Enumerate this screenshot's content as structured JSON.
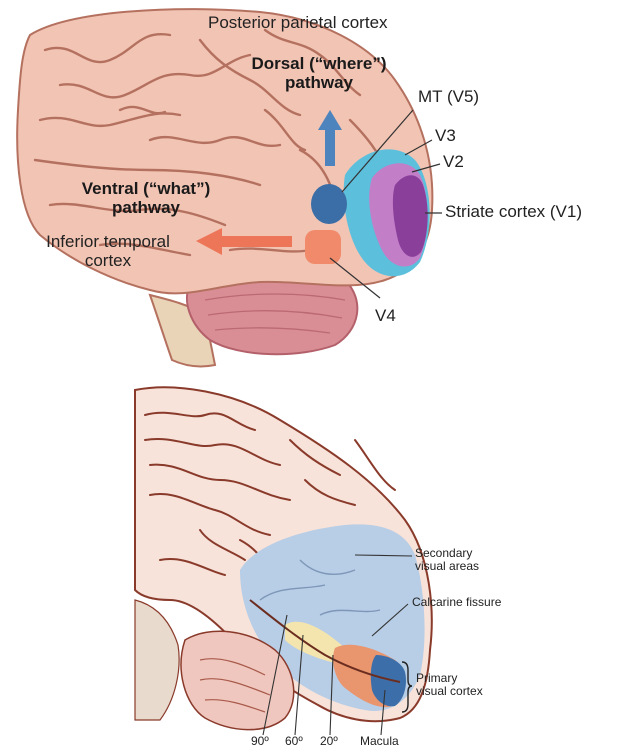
{
  "top_figure": {
    "labels": {
      "posterior_parietal": "Posterior parietal cortex",
      "dorsal_line1": "Dorsal (“where”)",
      "dorsal_line2": "pathway",
      "mt": "MT (V5)",
      "v3": "V3",
      "v2": "V2",
      "striate": "Striate cortex (V1)",
      "ventral_line1": "Ventral (“what”)",
      "ventral_line2": "pathway",
      "inferior_line1": "Inferior temporal",
      "inferior_line2": "cortex",
      "v4": "V4"
    },
    "colors": {
      "brain": "#f2c4b4",
      "sulcus": "#b5715f",
      "cerebellum": "#d98e95",
      "brainstem": "#e9d4b8",
      "v1": "#8a3f9b",
      "v2": "#c37ec8",
      "v3": "#5cbfdc",
      "mt": "#3b6ea6",
      "v4": "#f08a6a",
      "dorsal_arrow": "#4d84bd",
      "ventral_arrow": "#ee7658"
    }
  },
  "bottom_figure": {
    "labels": {
      "secondary_line1": "Secondary",
      "secondary_line2": "visual areas",
      "calcarine": "Calcarine fissure",
      "primary_line1": "Primary",
      "primary_line2": "visual cortex",
      "deg90": "90º",
      "deg60": "60º",
      "deg20": "20º",
      "macula": "Macula"
    },
    "colors": {
      "brain": "#f7e3da",
      "outline": "#8a3a2a",
      "secondary": "#b8cde6",
      "primary": "#e9956e",
      "macula": "#3c6faa",
      "yellow_band": "#f4e5ae"
    }
  }
}
